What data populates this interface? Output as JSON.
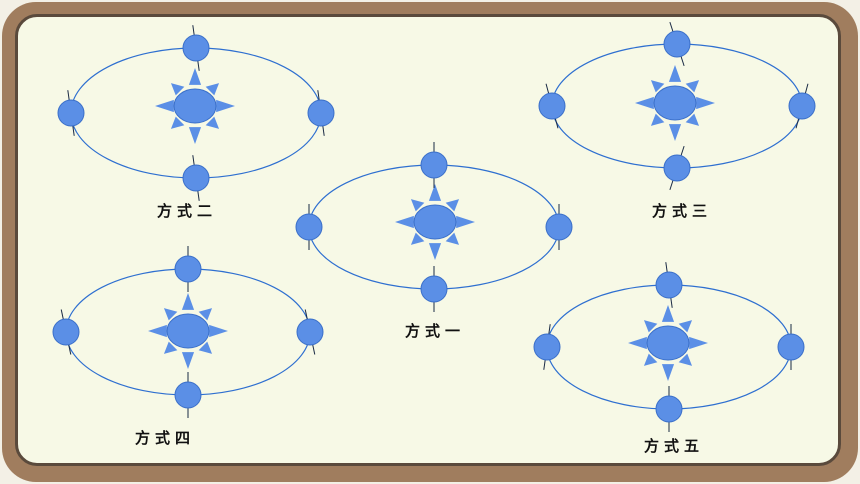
{
  "colors": {
    "frame": "#a07d5e",
    "board": "#f7f9e6",
    "orbit": "#2e6fd0",
    "body": "#5b8fe6",
    "body_edge": "#3a6fc9"
  },
  "diagrams": [
    {
      "id": "mode-2",
      "label": "方式二"
    },
    {
      "id": "mode-3",
      "label": "方式三"
    },
    {
      "id": "mode-1",
      "label": "方式一"
    },
    {
      "id": "mode-4",
      "label": "方式四"
    },
    {
      "id": "mode-5",
      "label": "方式五"
    }
  ]
}
